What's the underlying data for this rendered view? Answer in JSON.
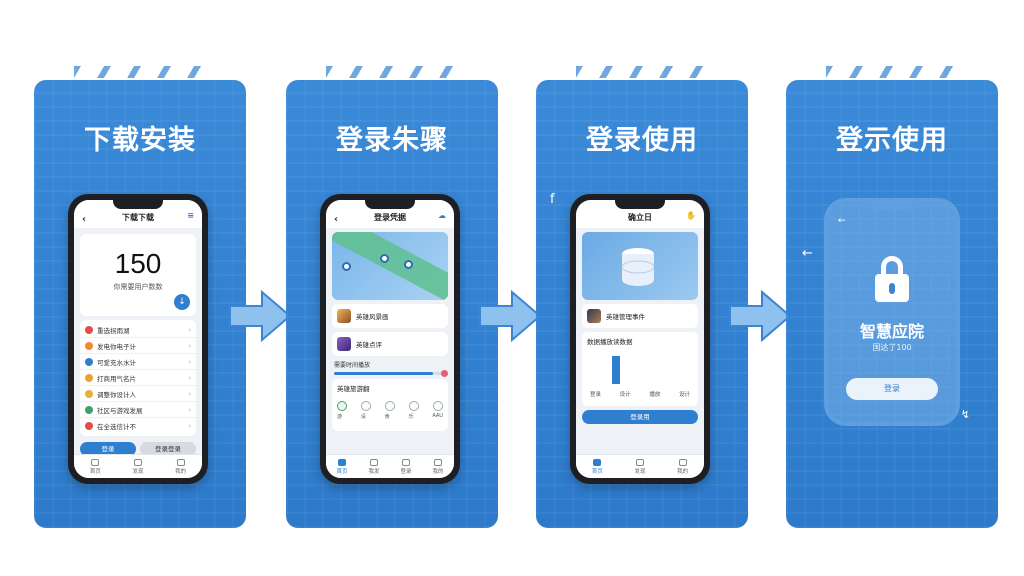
{
  "steps": [
    {
      "title": "下载安装"
    },
    {
      "title": "登录朱骤"
    },
    {
      "title": "登录使用"
    },
    {
      "title": "登示使用"
    }
  ],
  "phone1": {
    "header": "下载下载",
    "big_number": "150",
    "big_sub": "你需要用户数数",
    "list": [
      "重选拐雨湖",
      "发电你电子计",
      "可爱充水水计",
      "打商用气名片",
      "调整你设计人",
      "社区与游戏发展",
      "在全选信计不"
    ],
    "btn_primary": "登录",
    "btn_secondary": "登录登录",
    "tabs": [
      "首页",
      "发现",
      "我的"
    ]
  },
  "phone2": {
    "header": "登录凭据",
    "card1": "英雄风景画",
    "card2": "英雄点评",
    "progress_label": "需要时间播放",
    "sub_title": "英雄旅游翻",
    "sub_icons": [
      "游",
      "设",
      "食",
      "乐",
      "AAU"
    ],
    "progress_value": 0.88,
    "tabs": [
      "首页",
      "我发",
      "登录",
      "我的"
    ]
  },
  "phone3": {
    "header": "确立日",
    "card1": "英雄管理事件",
    "chart_title": "数据播放读数据",
    "col_labels": [
      "登录",
      "设计",
      "播放",
      "设计"
    ],
    "wide_btn": "登录用",
    "tabs": [
      "首页",
      "发现",
      "我的"
    ]
  },
  "phone4": {
    "title": "智慧应院",
    "subtitle": "国达了100",
    "button": "登录"
  },
  "colors": {
    "card": "#2f7fd0",
    "accent": "#2f7fd0"
  }
}
